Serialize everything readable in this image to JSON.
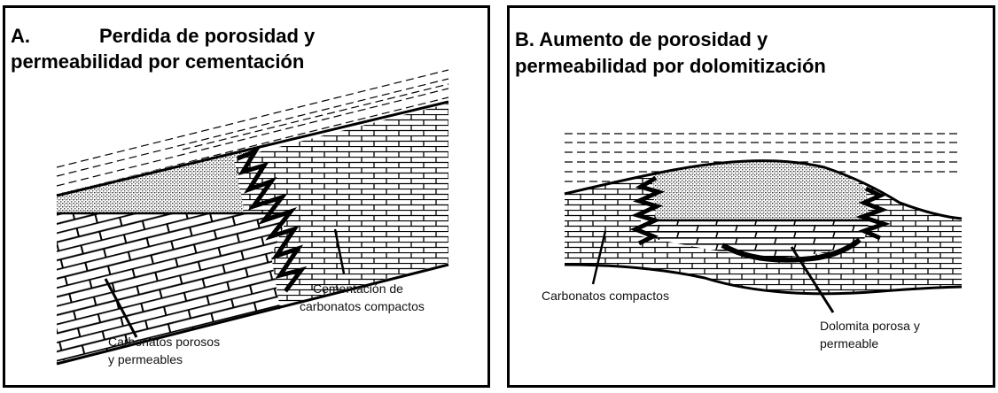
{
  "panel_a": {
    "letter": "A.",
    "title_line1": "Perdida de porosidad y",
    "title_line2": "permeabilidad por cementación",
    "label_porous_1": "Carbonatos porosos",
    "label_porous_2": "y permeables",
    "label_cement_1": "Cementación de",
    "label_cement_2": "carbonatos compactos"
  },
  "panel_b": {
    "title_line1": "B.  Aumento de porosidad y",
    "title_line2": "permeabilidad por dolomitización",
    "label_compact": "Carbonatos compactos",
    "label_dolomite_1": "Dolomita porosa y",
    "label_dolomite_2": "permeable"
  },
  "colors": {
    "ink": "#000000",
    "stipple": "#6e6e6e",
    "background": "#ffffff"
  }
}
